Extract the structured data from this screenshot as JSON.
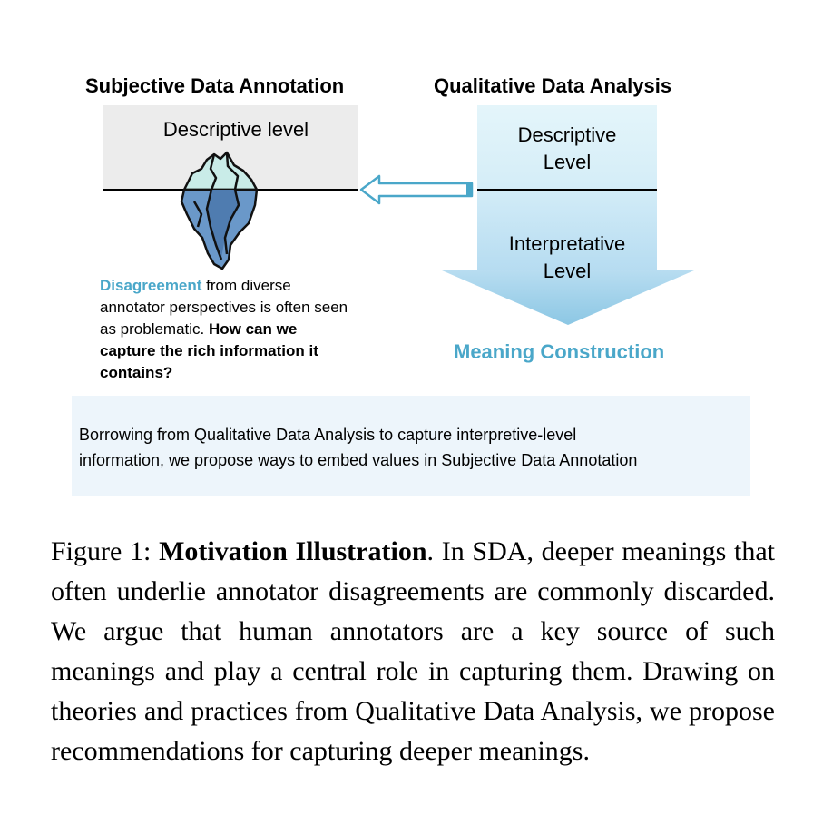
{
  "left_panel": {
    "title": "Subjective Data Annotation",
    "box_label": "Descriptive level",
    "note": {
      "highlight": "Disagreement",
      "text_1": " from diverse annotator perspectives is often seen as problematic. ",
      "bold_question": "How can we capture the rich information it contains?"
    }
  },
  "right_panel": {
    "title": "Qualitative Data Analysis",
    "upper_label_line1": "Descriptive",
    "upper_label_line2": "Level",
    "lower_label_line1": "Interpretative",
    "lower_label_line2": "Level",
    "meaning": "Meaning Construction"
  },
  "summary": {
    "line1": "Borrowing from Qualitative Data Analysis to capture interpretive-level",
    "line2": "information, we propose ways to embed values in Subjective Data Annotation"
  },
  "caption": {
    "prefix": "Figure 1: ",
    "bold": "Motivation Illustration",
    "rest": ". In SDA, deeper meanings that often underlie annotator disagreements are commonly discarded. We argue that human annotators are a key source of such meanings and play a central role in capturing them. Drawing on theories and practices from Qualitative Data Analysis, we propose recommendations for capturing deeper meanings."
  },
  "colors": {
    "accent": "#4aa7c9",
    "left_box_fill": "#ececec",
    "right_box_fill": "#e3f4f9",
    "arrow_fill_light": "#e3f4f9",
    "arrow_fill_dark": "#8cc7e4",
    "iceberg_tip": "#c9ece8",
    "iceberg_body": "#6a98c9",
    "summary_fill": "#edf5fb"
  },
  "icons": [
    "iceberg-icon",
    "left-arrow-icon",
    "down-arrow-icon"
  ]
}
